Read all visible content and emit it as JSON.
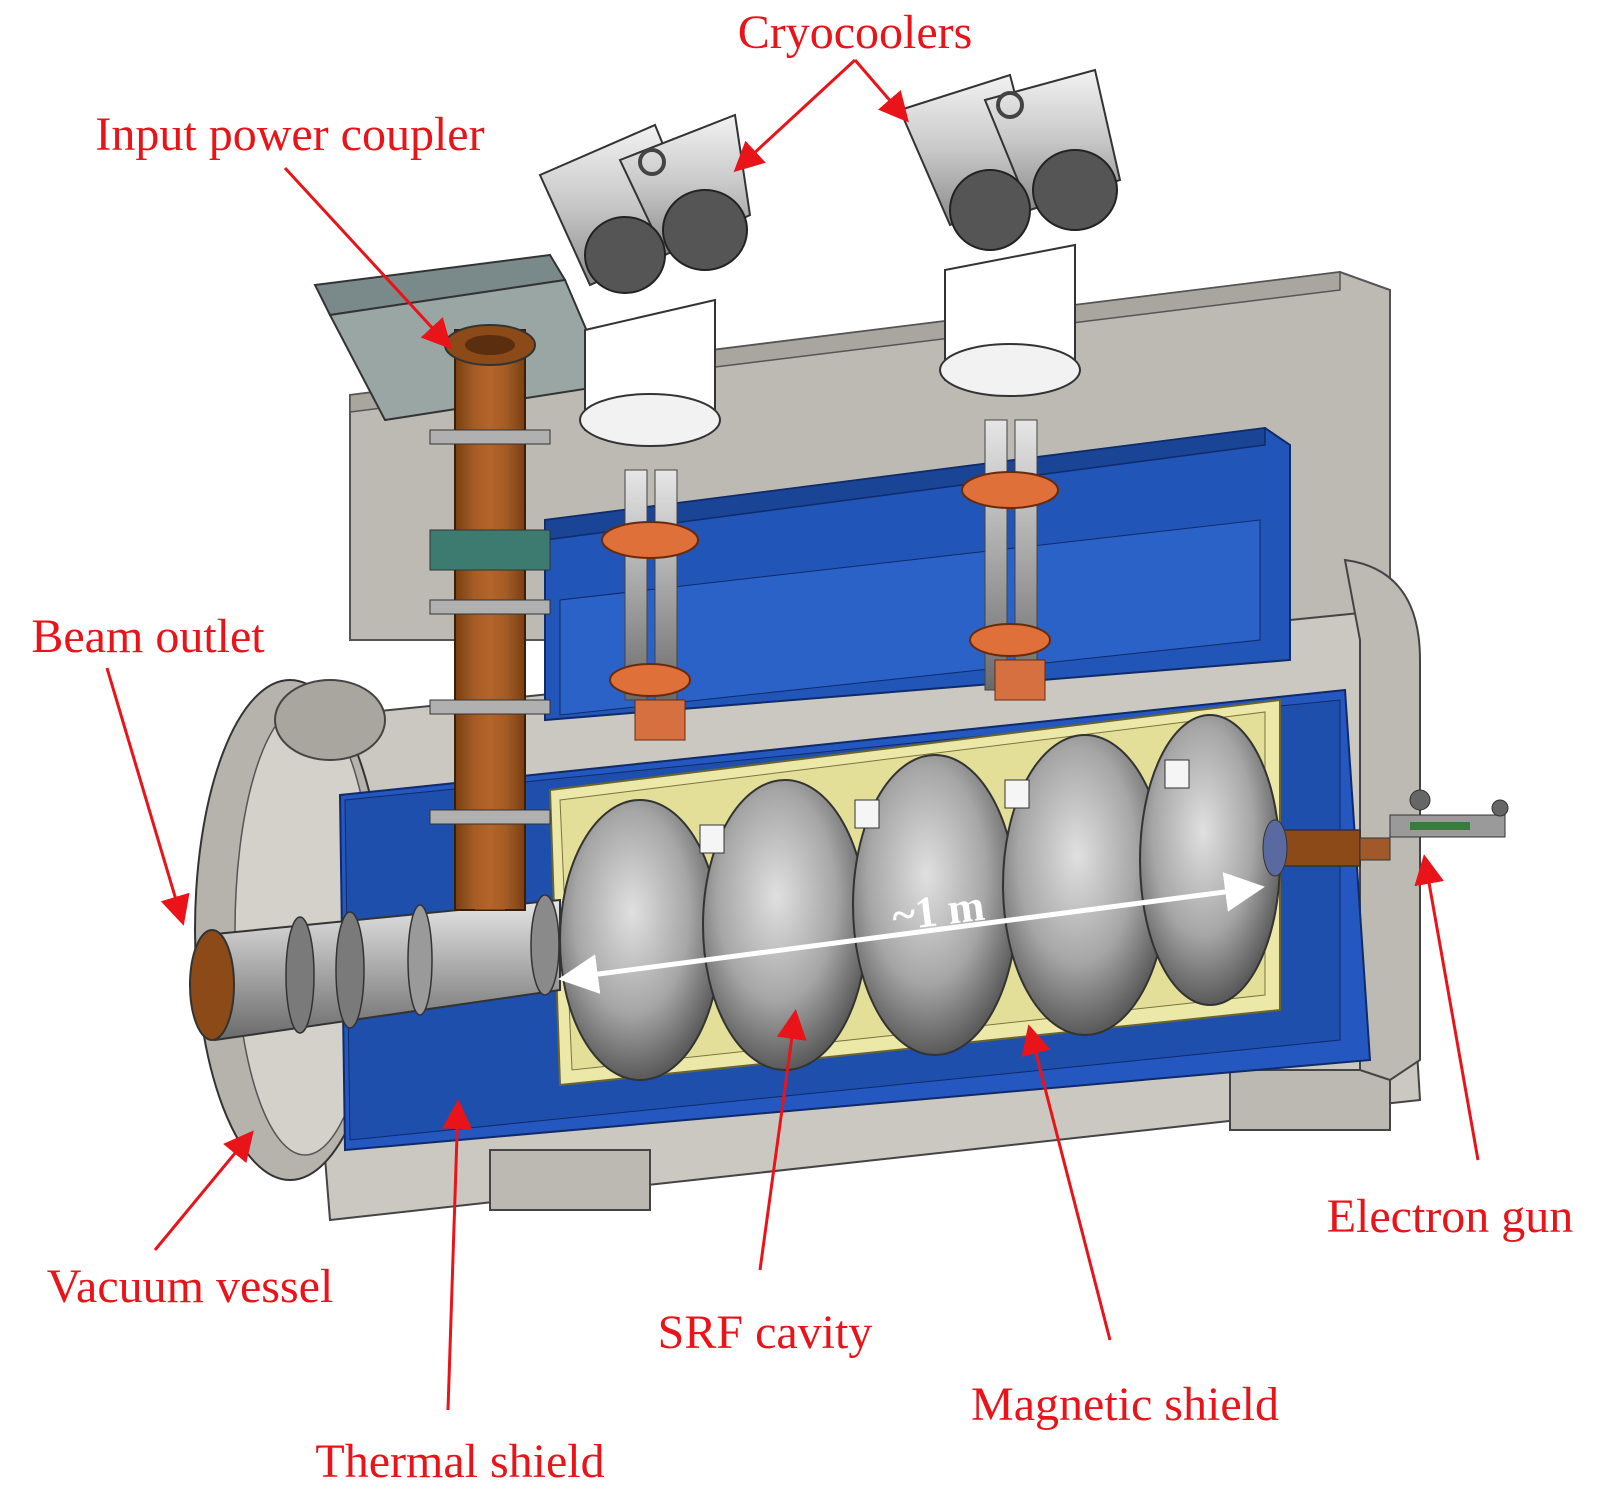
{
  "labels": {
    "cryocoolers": "Cryocoolers",
    "input_power_coupler": "Input power coupler",
    "beam_outlet": "Beam outlet",
    "vacuum_vessel": "Vacuum vessel",
    "thermal_shield": "Thermal shield",
    "srf_cavity": "SRF cavity",
    "magnetic_shield": "Magnetic shield",
    "electron_gun": "Electron gun"
  },
  "dimension": "~1 m",
  "colors": {
    "annotation": "#e8141a",
    "vessel": "#c9c6c0",
    "thermal_shield": "#2155b8",
    "magnetic_shield": "#ece9a8",
    "cavity": "#9a9a9a",
    "copper": "#b5651d",
    "white": "#ffffff"
  }
}
